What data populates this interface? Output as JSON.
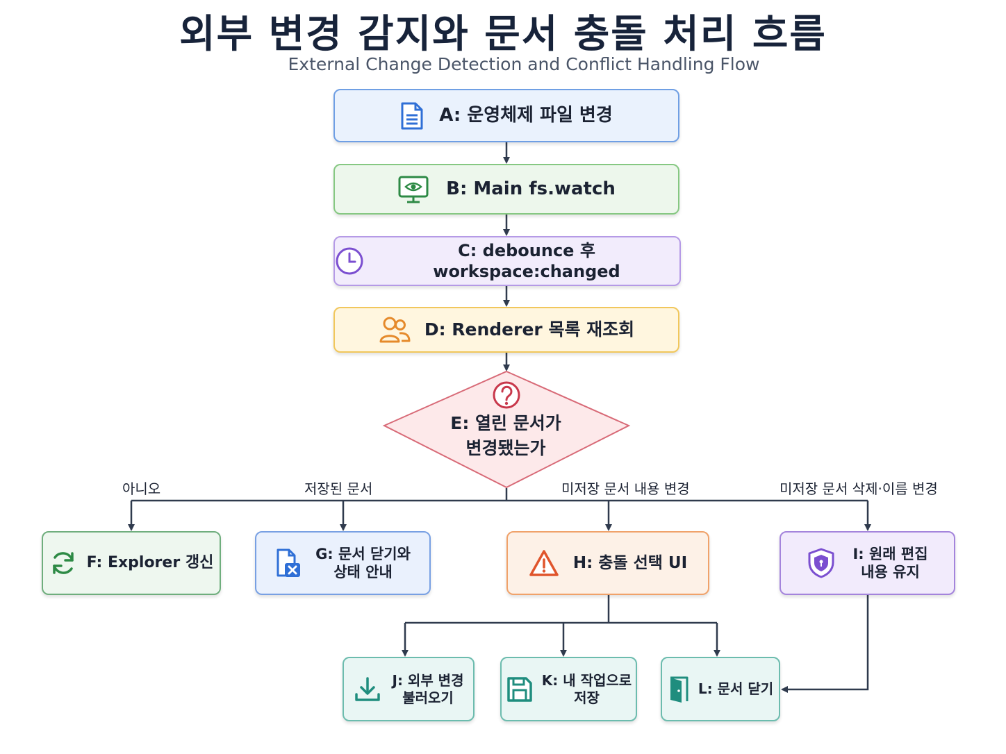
{
  "title": "외부 변경 감지와 문서 충돌 처리 흐름",
  "subtitle": "External Change Detection and Conflict Handling Flow",
  "nodes": {
    "a": {
      "label": "A: 운영체제 파일 변경",
      "icon": "document-icon"
    },
    "b": {
      "label": "B: Main fs.watch",
      "icon": "monitor-eye-icon"
    },
    "c": {
      "label": "C: debounce 후 workspace:changed",
      "icon": "clock-icon"
    },
    "d": {
      "label": "D: Renderer 목록 재조회",
      "icon": "users-icon"
    },
    "e": {
      "label": "E: 열린 문서가\n변경됐는가",
      "icon": "question-icon"
    },
    "f": {
      "label": "F: Explorer 갱신",
      "icon": "refresh-icon"
    },
    "g": {
      "label": "G: 문서 닫기와\n상태 안내",
      "icon": "file-close-icon"
    },
    "h": {
      "label": "H: 충돌 선택 UI",
      "icon": "warning-icon"
    },
    "i": {
      "label": "I: 원래 편집\n내용 유지",
      "icon": "shield-icon"
    },
    "j": {
      "label": "J: 외부 변경\n불러오기",
      "icon": "download-icon"
    },
    "k": {
      "label": "K: 내 작업으로\n저장",
      "icon": "save-icon"
    },
    "l": {
      "label": "L: 문서 닫기",
      "icon": "exit-door-icon"
    }
  },
  "edges": {
    "no": "아니오",
    "saved": "저장된 문서",
    "unsaved_modified": "미저장 문서 내용 변경",
    "unsaved_deleted": "미저장 문서 삭제·이름 변경"
  },
  "colors": {
    "line": "#2f3a4d",
    "blue_icon": "#2f6fd6",
    "green_icon": "#2d8a45",
    "purple_icon": "#7b4fd0",
    "orange_icon": "#e58a2b",
    "red": "#c8384b",
    "teal_icon": "#1f8d7e"
  }
}
